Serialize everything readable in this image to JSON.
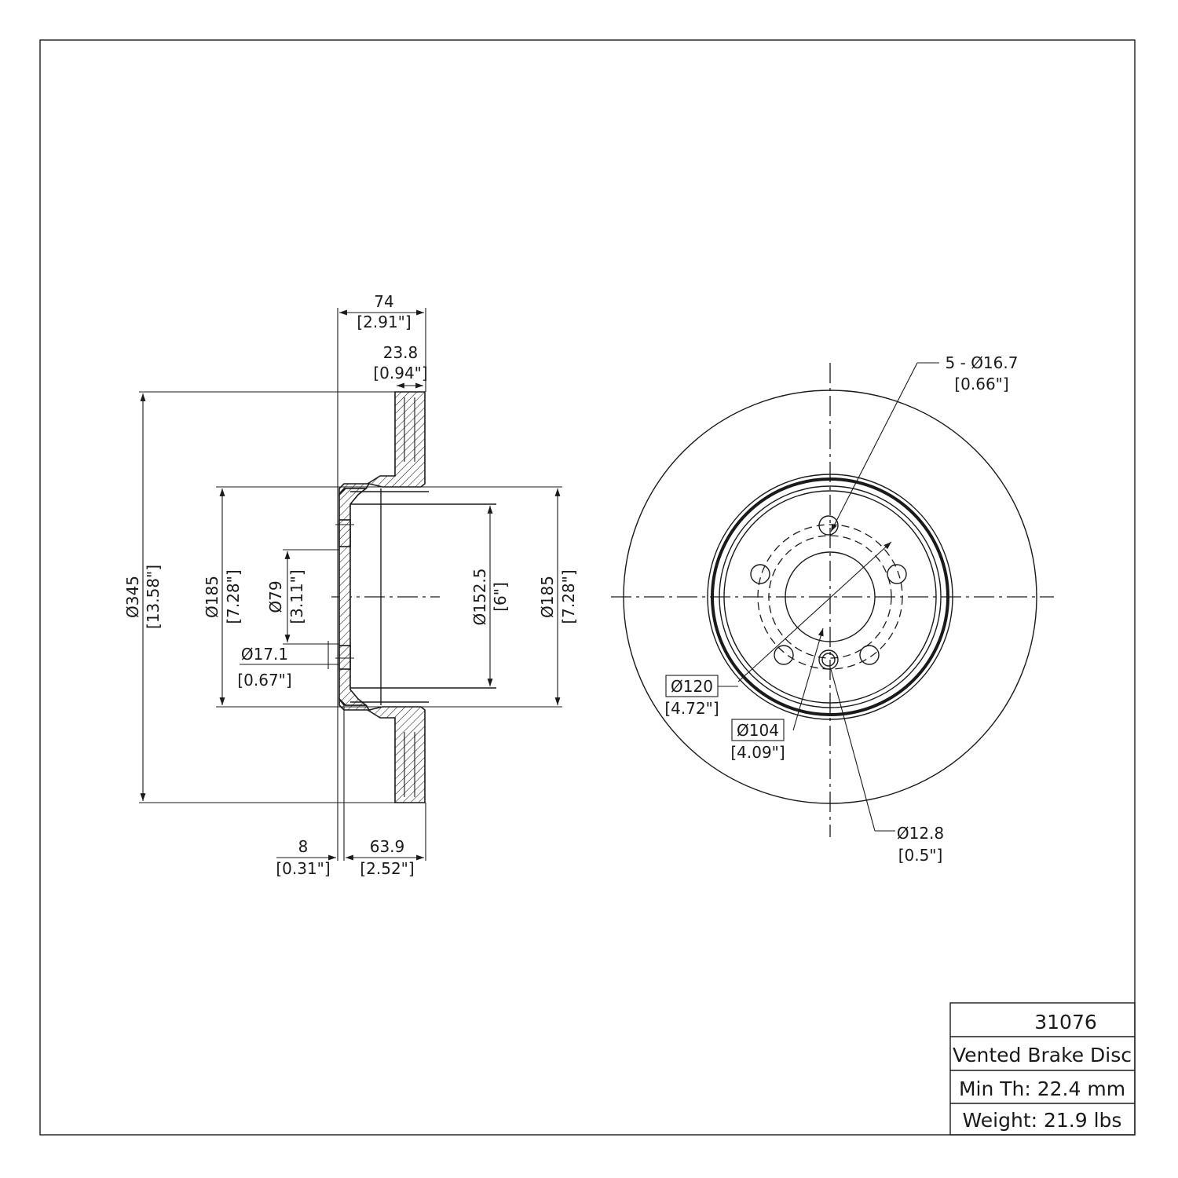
{
  "drawing": {
    "side_view": {
      "overall_width": {
        "mm": "74",
        "in": "[2.91\"]"
      },
      "rotor_thickness": {
        "mm": "23.8",
        "in": "[0.94\"]"
      },
      "outer_diameter": {
        "mm": "Ø345",
        "in": "[13.58\"]"
      },
      "hat_diameter_left": {
        "mm": "Ø185",
        "in": "[7.28\"]"
      },
      "center_bore": {
        "mm": "Ø79",
        "in": "[3.11\"]"
      },
      "hole_diameter": {
        "mm": "Ø17.1",
        "in": "[0.67\"]"
      },
      "inner_diameter": {
        "mm": "Ø152.5",
        "in": "[6\"]"
      },
      "hat_diameter_right": {
        "mm": "Ø185",
        "in": "[7.28\"]"
      },
      "hub_thickness": {
        "mm": "8",
        "in": "[0.31\"]"
      },
      "hat_height": {
        "mm": "63.9",
        "in": "[2.52\"]"
      }
    },
    "front_view": {
      "bolt_holes": {
        "mm": "5 - Ø16.7",
        "in": "[0.66\"]"
      },
      "bolt_circle": {
        "mm": "Ø120",
        "in": "[4.72\"]"
      },
      "hub_pilot": {
        "mm": "Ø104",
        "in": "[4.09\"]"
      },
      "small_hole": {
        "mm": "Ø12.8",
        "in": "[0.5\"]"
      }
    }
  },
  "title_block": {
    "part_number": "31076",
    "description": "Vented Brake Disc",
    "min_thickness": "Min Th: 22.4 mm",
    "weight": "Weight: 21.9 lbs"
  }
}
